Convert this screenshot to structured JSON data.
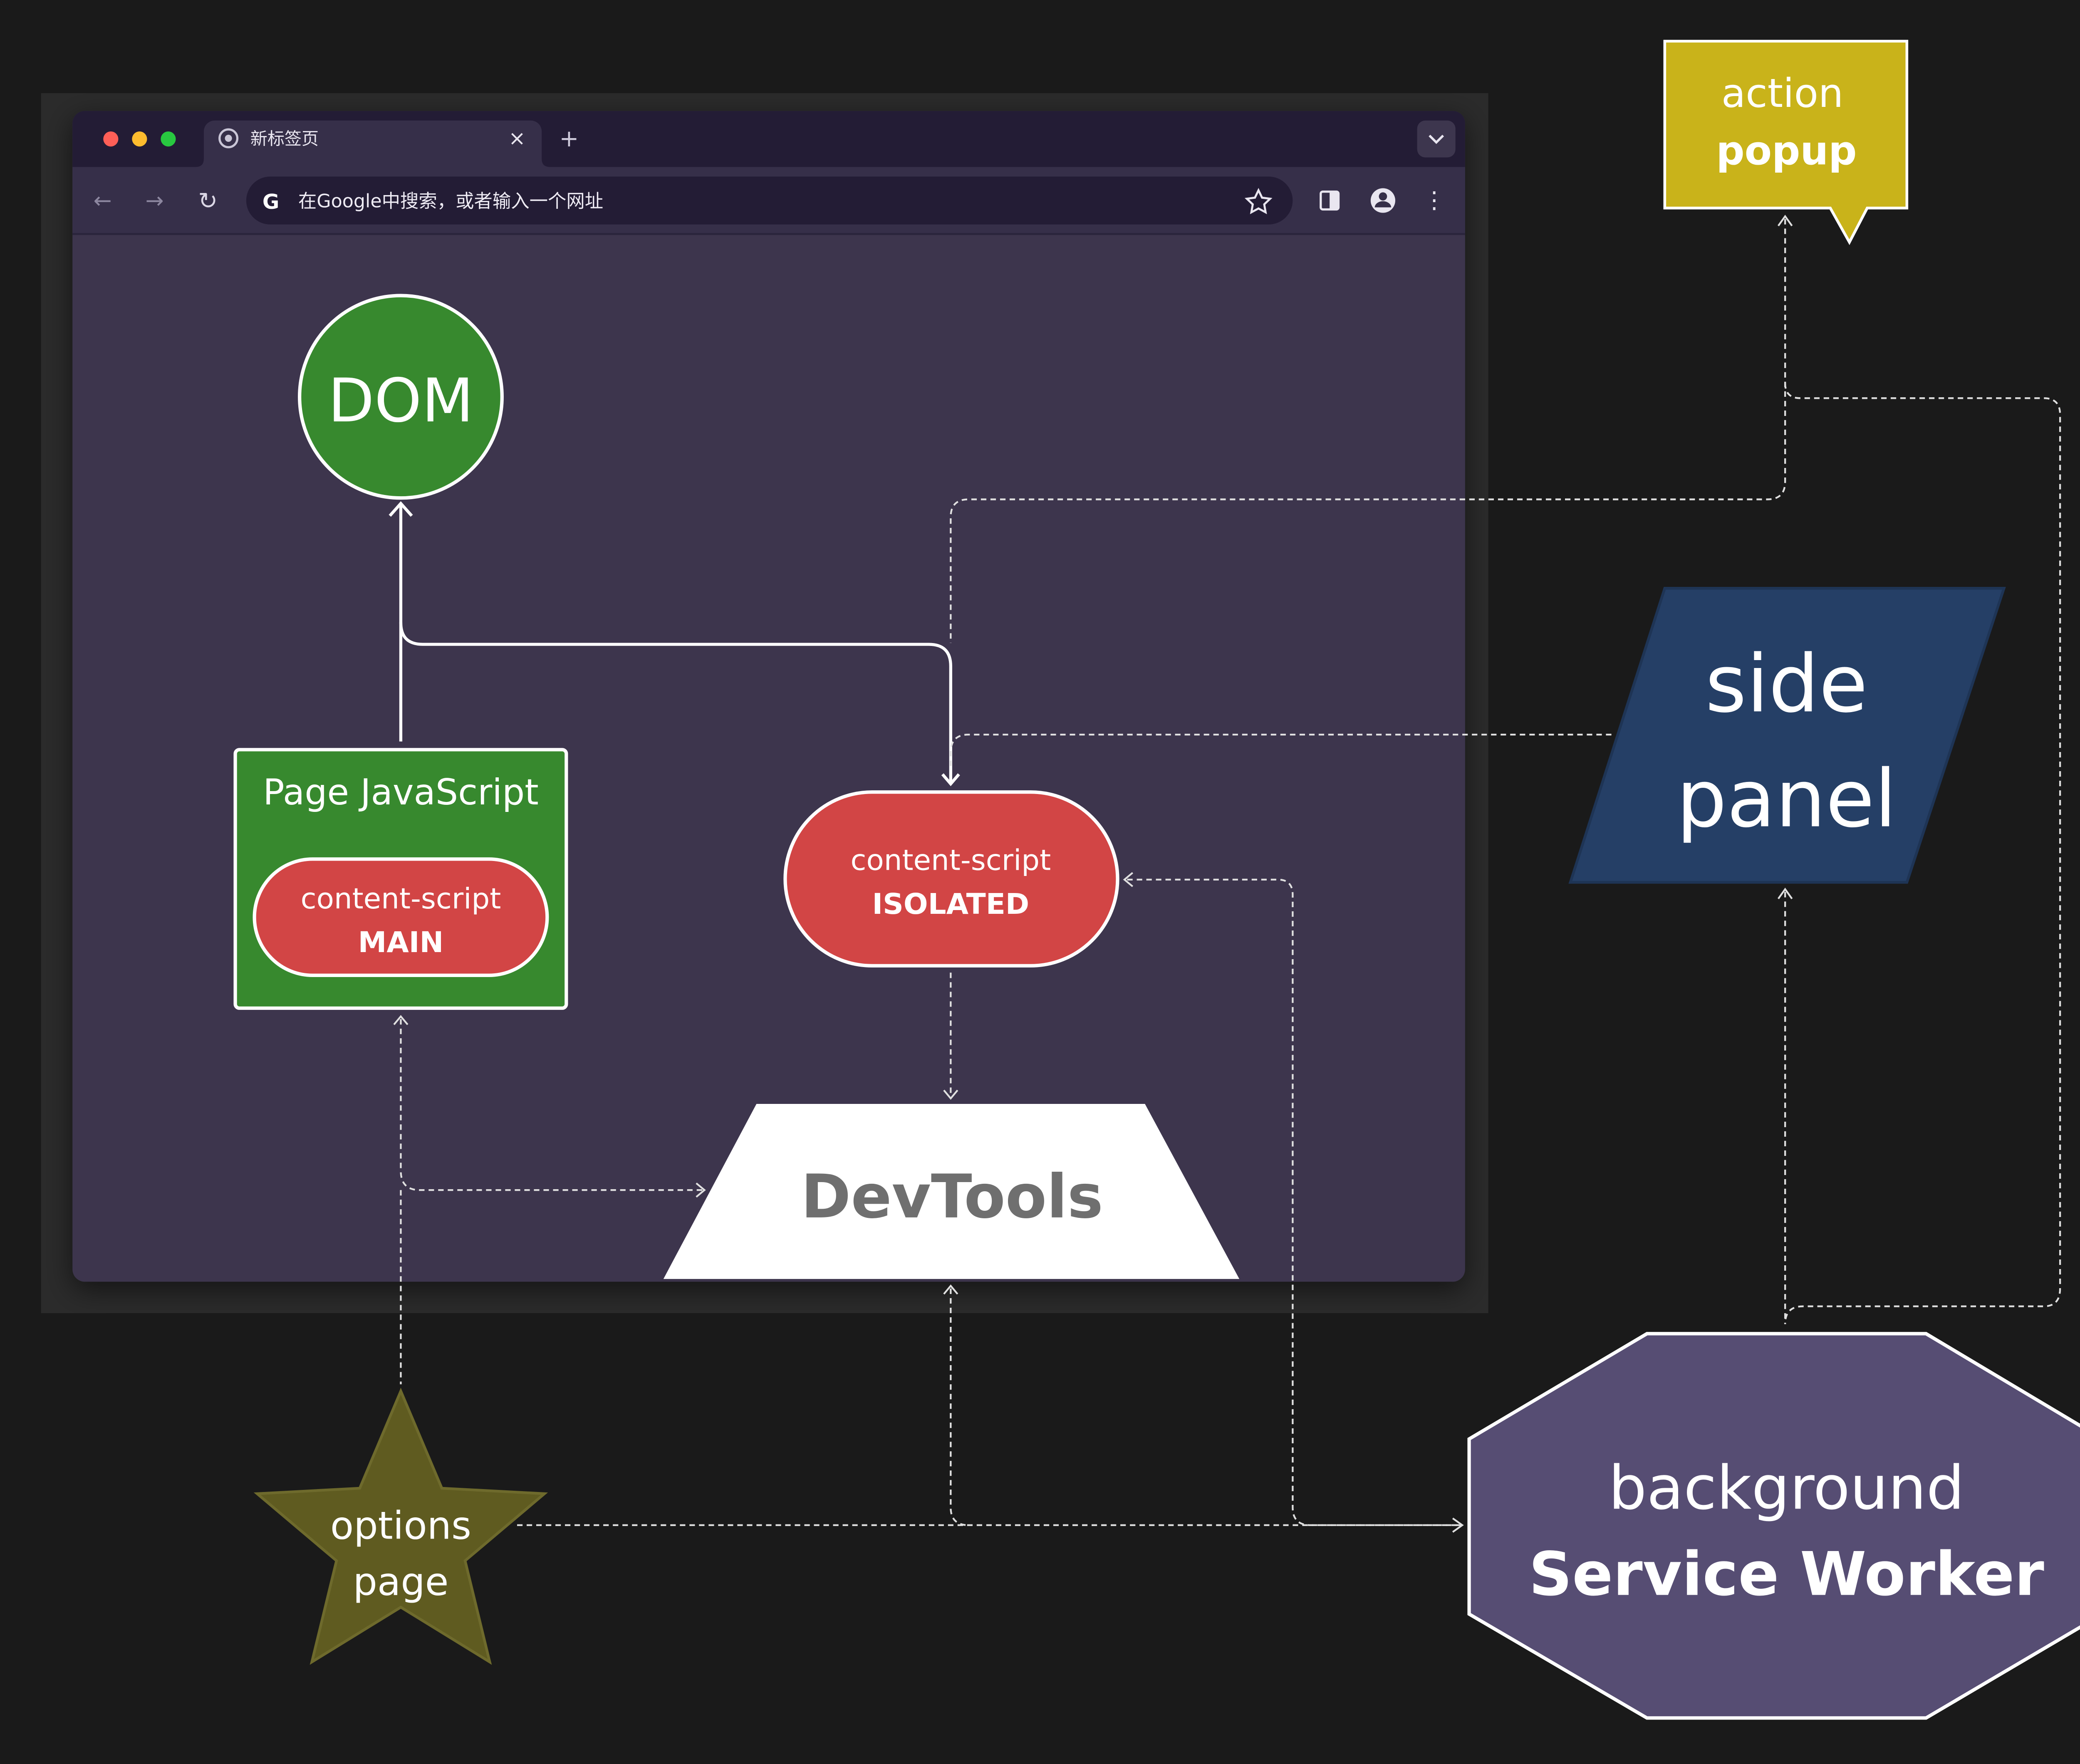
{
  "browser": {
    "tab_title": "新标签页",
    "close_glyph": "×",
    "new_tab_glyph": "+",
    "back_glyph": "←",
    "forward_glyph": "→",
    "reload_glyph": "↻",
    "menu_glyph": "⋮",
    "google_glyph": "G",
    "address_placeholder": "在Google中搜索，或者输入一个网址",
    "traffic_light_colors": [
      "#ff5f57",
      "#febc2e",
      "#28c840"
    ],
    "icons": [
      "chrome-icon",
      "chevron-down-icon",
      "back-arrow-icon",
      "forward-arrow-icon",
      "reload-icon",
      "google-icon",
      "bookmark-star-icon",
      "side-panel-icon",
      "profile-icon",
      "kebab-menu-icon"
    ]
  },
  "nodes": {
    "dom": {
      "label": "DOM",
      "color": "#37892e"
    },
    "page_js": {
      "label": "Page JavaScript",
      "color": "#37892e"
    },
    "cs_main": {
      "line1": "content-script",
      "line2": "MAIN",
      "color": "#d24545"
    },
    "cs_isolated": {
      "line1": "content-script",
      "line2": "ISOLATED",
      "color": "#d24545"
    },
    "devtools": {
      "label": "DevTools",
      "color": "#ffffff"
    },
    "action_popup": {
      "line1": "action",
      "line2": "popup",
      "color": "#c9b31a"
    },
    "side_panel": {
      "line1": "side",
      "line2": "panel",
      "color": "#253f66"
    },
    "options_page": {
      "line1": "options",
      "line2": "page",
      "color": "#5f5b20"
    },
    "background": {
      "line1": "background",
      "line2": "Service Worker",
      "color": "#564d73"
    }
  },
  "colors": {
    "page_background": "#1a1a1a",
    "browser_content": "#3d364e",
    "browser_titlebar": "#231c35",
    "browser_toolbar": "#362f49",
    "connector": "#ffffff"
  }
}
